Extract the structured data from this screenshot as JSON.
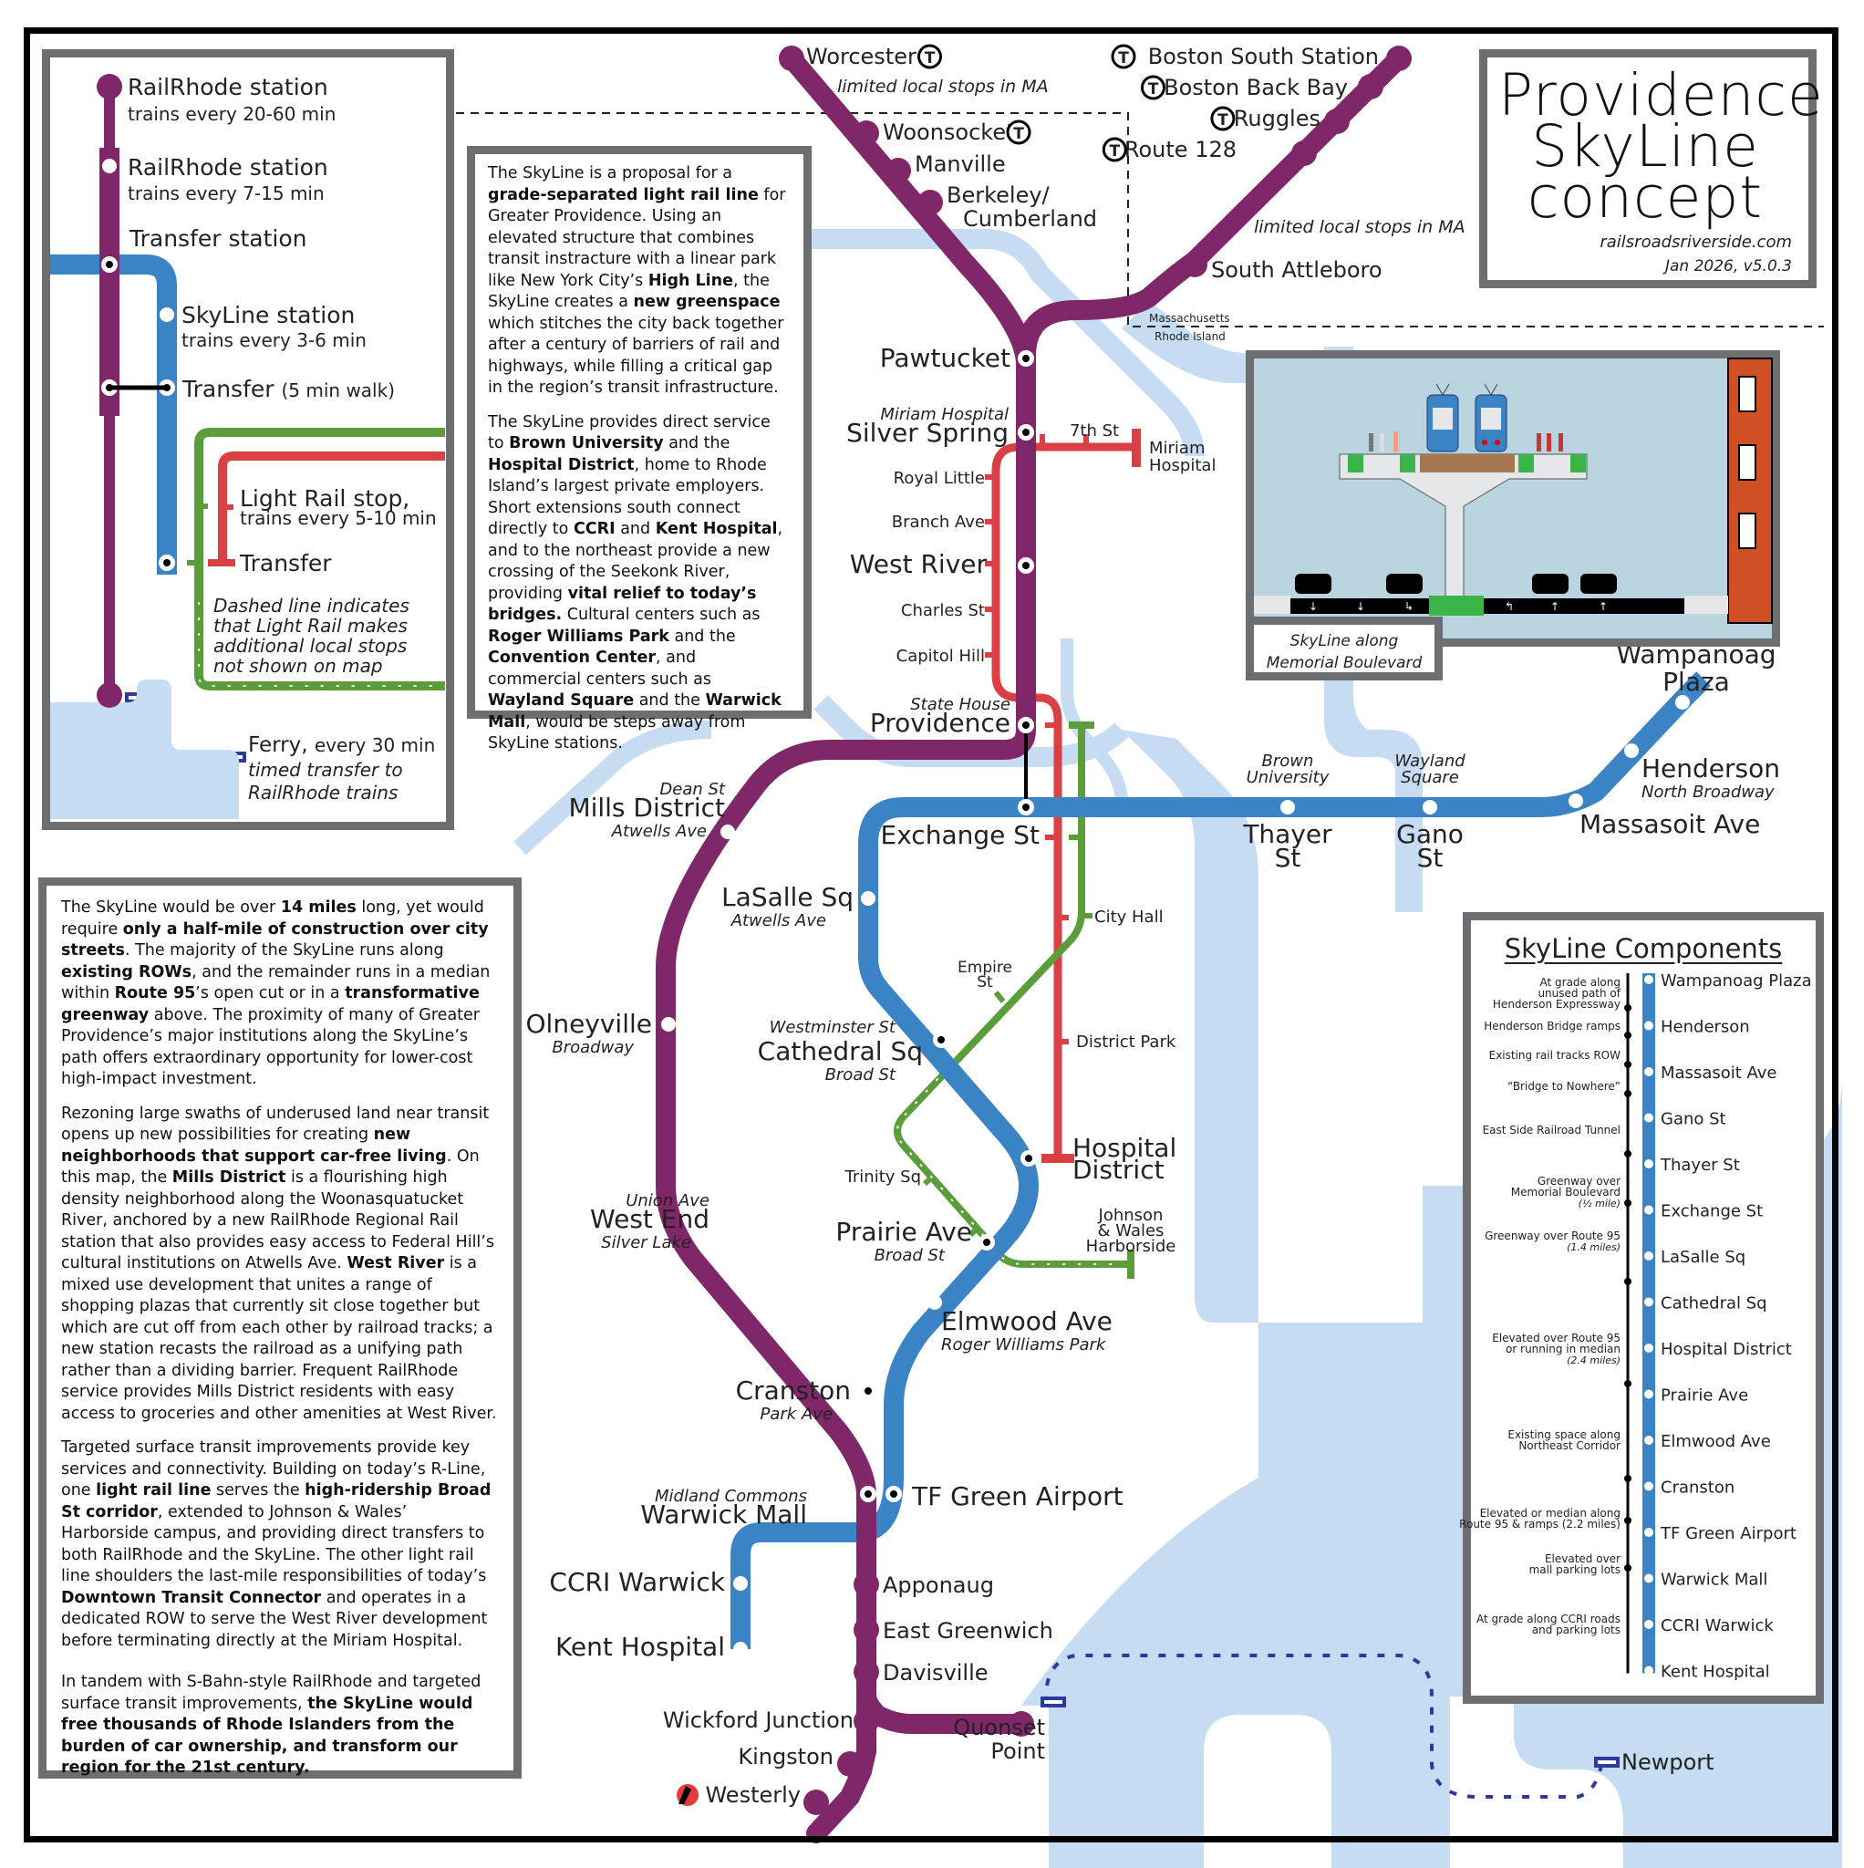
{
  "title": {
    "line1": "Providence",
    "line2": "SkyLine",
    "line3": "concept",
    "website": "railsroadsriverside.com",
    "version": "Jan 2026, v5.0.3"
  },
  "colors": {
    "railrhode": "#7f2769",
    "skyline": "#3a84c6",
    "lightrail_red": "#d93f43",
    "lightrail_green": "#5b9c3b",
    "water": "#c6dcf2",
    "ferry": "#2b3a9c",
    "box_border": "#6d6e71",
    "transfer": "#000000"
  },
  "legend": {
    "railrhode_infrequent": "RailRhode station",
    "railrhode_infrequent_sub": "trains every 20-60 min",
    "railrhode_frequent": "RailRhode station",
    "railrhode_frequent_sub": "trains every 7-15 min",
    "transfer_station": "Transfer station",
    "skyline_station": "SkyLine station",
    "skyline_station_sub": "trains every 3-6 min",
    "transfer_walk": "Transfer",
    "transfer_walk_sub": "(5 min walk)",
    "light_rail_stop": "Light Rail stop,",
    "light_rail_stop_sub": "trains every 5-10 min",
    "light_rail_transfer": "Transfer",
    "dashed_note": [
      "Dashed line indicates",
      "that Light Rail makes",
      "additional local stops",
      "not shown on map"
    ],
    "ferry": "Ferry,",
    "ferry_freq": "every 30 min",
    "ferry_note": [
      "timed transfer to",
      "RailRhode trains"
    ]
  },
  "intro": {
    "p1": [
      {
        "t": "The SkyLine is a proposal for a "
      },
      {
        "t": "grade-separated light rail line",
        "b": true
      },
      {
        "t": " for Greater Providence. Using an elevated structure that combines transit instracture with a linear park like New York City’s "
      },
      {
        "t": "High Line",
        "b": true
      },
      {
        "t": ", the SkyLine creates a "
      },
      {
        "t": "new greenspace",
        "b": true
      },
      {
        "t": " which stitches the city back together after a century of barriers of rail and highways, while filling a critical gap in the region’s transit infrastructure."
      }
    ],
    "p2": [
      {
        "t": "The SkyLine provides direct service to "
      },
      {
        "t": "Brown University",
        "b": true
      },
      {
        "t": " and the "
      },
      {
        "t": "Hospital District",
        "b": true
      },
      {
        "t": ", home to Rhode Island’s largest private employers. Short extensions south connect directly to "
      },
      {
        "t": "CCRI",
        "b": true
      },
      {
        "t": " and "
      },
      {
        "t": "Kent Hospital",
        "b": true
      },
      {
        "t": ", and to the northeast provide a new crossing of the Seekonk River, providing "
      },
      {
        "t": "vital relief to today’s bridges.",
        "b": true
      },
      {
        "t": " Cultural centers such as "
      },
      {
        "t": "Roger Williams Park",
        "b": true
      },
      {
        "t": " and the "
      },
      {
        "t": "Convention Center",
        "b": true
      },
      {
        "t": ", and commercial centers such as "
      },
      {
        "t": "Wayland Square",
        "b": true
      },
      {
        "t": " and the "
      },
      {
        "t": "Warwick Mall",
        "b": true
      },
      {
        "t": ", would be steps away from SkyLine stations."
      }
    ]
  },
  "longtext": {
    "p1": [
      {
        "t": "The SkyLine would be over "
      },
      {
        "t": "14 miles",
        "b": true
      },
      {
        "t": " long, yet would require "
      },
      {
        "t": "only a half-mile of construction over city streets",
        "b": true
      },
      {
        "t": ". The majority of the SkyLine runs along "
      },
      {
        "t": "existing ROWs",
        "b": true
      },
      {
        "t": ", and the remainder runs in a median within "
      },
      {
        "t": "Route 95",
        "b": true
      },
      {
        "t": "’s open cut or in a "
      },
      {
        "t": "transformative greenway",
        "b": true
      },
      {
        "t": " above. The proximity of many of Greater Providence’s major institutions along the SkyLine’s path offers extraordinary opportunity for lower-cost high-impact investment."
      }
    ],
    "p2": [
      {
        "t": "Rezoning large swaths of underused land near transit opens up new possibilities for creating "
      },
      {
        "t": "new neighborhoods that support car-free living",
        "b": true
      },
      {
        "t": ". On this map, the "
      },
      {
        "t": "Mills District",
        "b": true
      },
      {
        "t": " is a flourishing high density neighborhood along the Woonasquatucket River, anchored by a new RailRhode Regional Rail station that also provides easy access to Federal Hill’s cultural institutions on Atwells Ave. "
      },
      {
        "t": "West River",
        "b": true
      },
      {
        "t": " is a mixed use development that unites a range of shopping plazas that currently sit close together but which are cut off from each other by railroad tracks; a new station recasts the railroad as a unifying path rather than a dividing barrier. Frequent RailRhode service provides Mills District residents with easy access to groceries and other amenities at West River."
      }
    ],
    "p3": [
      {
        "t": "Targeted surface transit improvements provide key services and connectivity. Building on today’s R-Line, one "
      },
      {
        "t": "light rail line",
        "b": true
      },
      {
        "t": " serves the "
      },
      {
        "t": "high-ridership Broad St corridor",
        "b": true
      },
      {
        "t": ", extended to Johnson & Wales’ Harborside campus, and providing direct transfers to both RailRhode and the SkyLine. The other light rail line shoulders the last-mile responsibilities of today’s "
      },
      {
        "t": "Downtown Transit Connector",
        "b": true
      },
      {
        "t": " and operates in a dedicated ROW to serve the West River development before terminating directly at the Miriam Hospital."
      }
    ],
    "p4": [
      {
        "t": "In tandem with S-Bahn-style RailRhode and targeted surface transit improvements, "
      },
      {
        "t": "the SkyLine would free thousands of Rhode Islanders from the burden of car ownership, and transform our region for the 21st century.",
        "b": true
      }
    ]
  },
  "cross_section": {
    "caption_line1": "SkyLine along",
    "caption_line2": "Memorial Boulevard",
    "lane_arrows": [
      "↓",
      "↓",
      "↳",
      "↰",
      "↑",
      "↑"
    ]
  },
  "state_border": {
    "north": "Massachusetts",
    "south": "Rhode Island"
  },
  "notes": {
    "worcester_line": "limited local stops in MA",
    "boston_line": "limited local stops in MA"
  },
  "map": {
    "railrhode_stations": [
      {
        "name": "Worcester",
        "mbta": true
      },
      {
        "name": "Woonsocket",
        "mbta": true
      },
      {
        "name": "Manville"
      },
      {
        "name": "Berkeley/",
        "name2": "Cumberland"
      },
      {
        "name": "Boston South Station",
        "mbta": true
      },
      {
        "name": "Boston Back Bay",
        "mbta": true
      },
      {
        "name": "Ruggles",
        "mbta": true
      },
      {
        "name": "Route 128",
        "mbta": true
      },
      {
        "name": "South Attleboro"
      },
      {
        "name": "Pawtucket"
      },
      {
        "name": "Silver Spring",
        "sub": "Miriam Hospital"
      },
      {
        "name": "West River"
      },
      {
        "name": "Providence",
        "sub": "State House"
      },
      {
        "name": "Mills District",
        "sub": "Dean St",
        "sub2": "Atwells Ave"
      },
      {
        "name": "Olneyville",
        "sub2": "Broadway"
      },
      {
        "name": "West End",
        "sub": "Union Ave",
        "sub2": "Silver Lake"
      },
      {
        "name": "Cranston",
        "sub2": "Park Ave"
      },
      {
        "name": "Warwick Mall",
        "sub": "Midland Commons"
      },
      {
        "name": "Apponaug"
      },
      {
        "name": "East Greenwich"
      },
      {
        "name": "Davisville"
      },
      {
        "name": "Quonset",
        "name2": "Point"
      },
      {
        "name": "Wickford Junction"
      },
      {
        "name": "Kingston"
      },
      {
        "name": "Westerly"
      }
    ],
    "skyline_stations": [
      {
        "name": "Wampanoag",
        "name2": "Plaza"
      },
      {
        "name": "Henderson",
        "sub2": "North Broadway"
      },
      {
        "name": "Massasoit Ave"
      },
      {
        "name": "Gano",
        "name2": "St",
        "sub": "Wayland Square"
      },
      {
        "name": "Thayer",
        "name2": "St",
        "sub": "Brown University"
      },
      {
        "name": "Exchange St"
      },
      {
        "name": "LaSalle Sq",
        "sub2": "Atwells Ave"
      },
      {
        "name": "Cathedral Sq",
        "sub": "Westminster St",
        "sub2": "Broad St"
      },
      {
        "name": "Hospital",
        "name2": "District"
      },
      {
        "name": "Prairie Ave",
        "sub2": "Broad St"
      },
      {
        "name": "Elmwood Ave",
        "sub2": "Roger Williams Park"
      },
      {
        "name": "TF Green Airport"
      },
      {
        "name": "CCRI Warwick"
      },
      {
        "name": "Kent Hospital"
      }
    ],
    "red_line_stops": [
      "Miriam",
      "Hospital",
      "7th St",
      "Royal Little",
      "Branch Ave",
      "Charles St",
      "Capitol Hill",
      "District Park"
    ],
    "green_line_stops": [
      "City Hall",
      "Empire",
      "St",
      "Trinity Sq",
      "Johnson",
      "& Wales",
      "Harborside"
    ],
    "ferry_terminals": [
      "Newport"
    ]
  },
  "components": {
    "title": "SkyLine Components",
    "stations": [
      "Wampanoag Plaza",
      "Henderson",
      "Massasoit Ave",
      "Gano St",
      "Thayer St",
      "Exchange St",
      "LaSalle Sq",
      "Cathedral Sq",
      "Hospital District",
      "Prairie Ave",
      "Elmwood Ave",
      "Cranston",
      "TF Green Airport",
      "Warwick Mall",
      "CCRI Warwick",
      "Kent Hospital"
    ],
    "segments": [
      {
        "lines": [
          "At grade along",
          "unused path of",
          "Henderson Expressway"
        ]
      },
      {
        "lines": [
          "Henderson Bridge ramps"
        ]
      },
      {
        "lines": [
          "Existing rail tracks ROW"
        ]
      },
      {
        "lines": [
          "“Bridge to Nowhere”"
        ]
      },
      {
        "lines": [
          "East Side Railroad Tunnel"
        ]
      },
      {
        "lines": [
          "Greenway over",
          "Memorial Boulevard"
        ],
        "note": "(½ mile)"
      },
      {
        "lines": [
          "Greenway over Route 95"
        ],
        "note": "(1.4 miles)"
      },
      {
        "lines": [
          "Elevated over Route 95",
          "or running in median"
        ],
        "note": "(2.4 miles)"
      },
      {
        "lines": [
          "Existing space along",
          "Northeast Corridor"
        ]
      },
      {
        "lines": [
          "Elevated or median along",
          "Route 95 & ramps (2.2 miles)"
        ]
      },
      {
        "lines": [
          "Elevated over",
          "mall parking lots"
        ]
      },
      {
        "lines": [
          "At grade along CCRI roads",
          "and parking lots"
        ]
      }
    ]
  }
}
